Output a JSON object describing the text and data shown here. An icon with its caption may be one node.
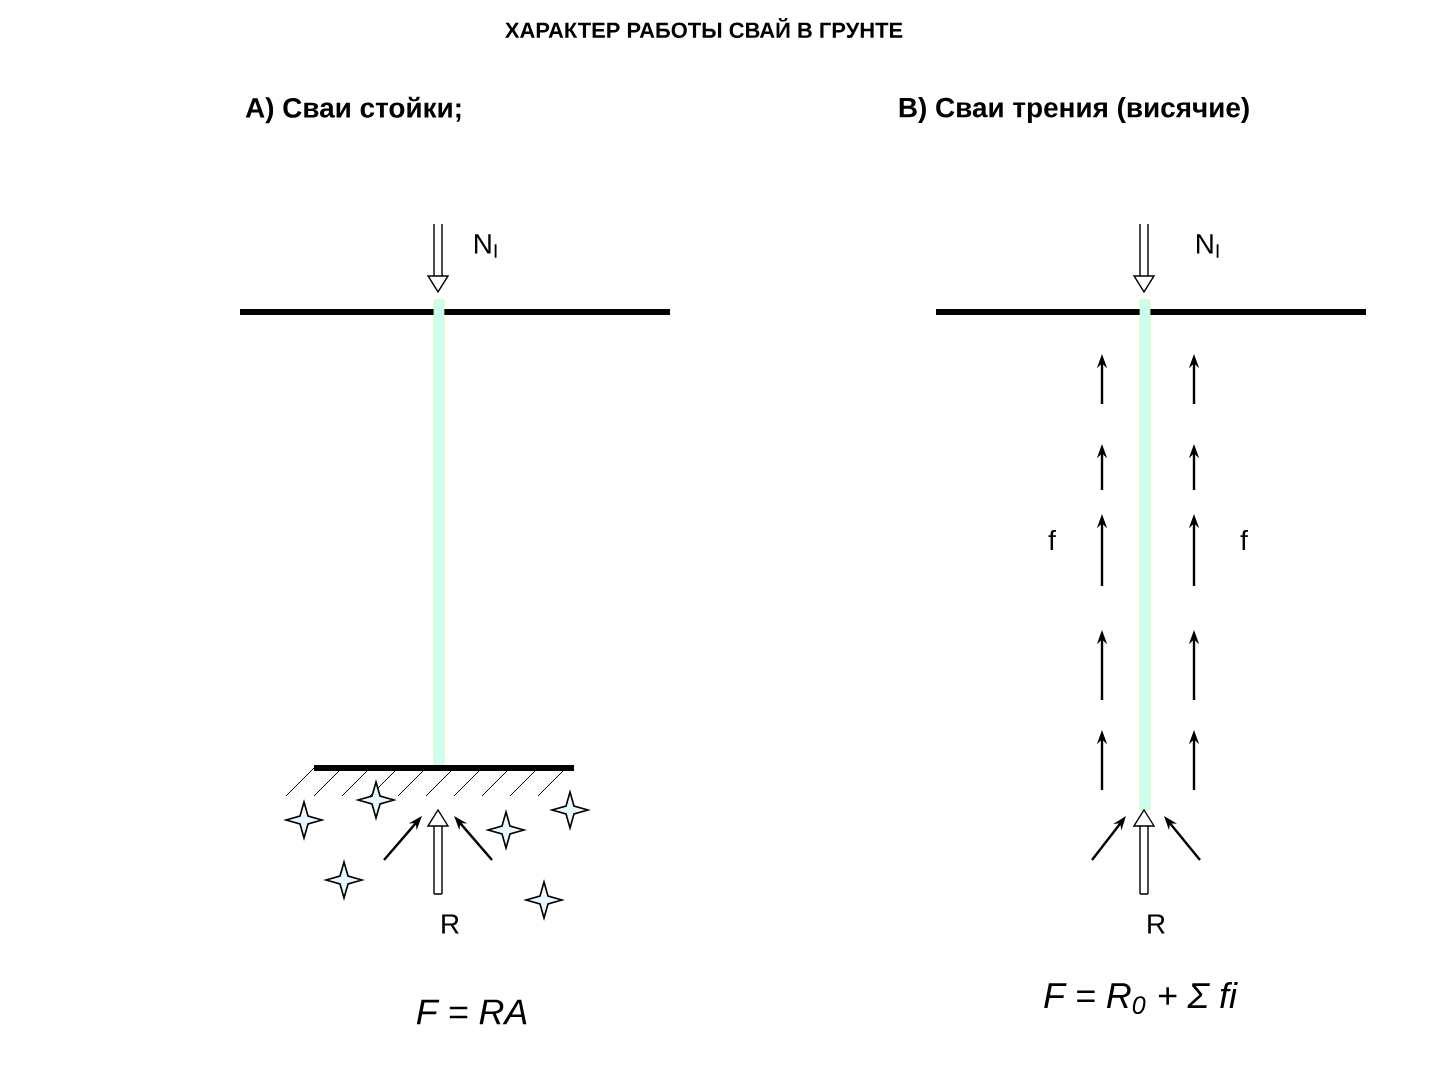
{
  "diagram": {
    "title": "ХАРАКТЕР РАБОТЫ СВАЙ В ГРУНТЕ",
    "labels": [
      "А) Сваи стойки;",
      "В) Сваи трения (висячие)",
      "N$_{I}$",
      "N$_{I}$",
      "f",
      "f",
      "R",
      "R",
      "F = RA",
      "F = R$_{0}$ + Σ fi"
    ]
  }
}
